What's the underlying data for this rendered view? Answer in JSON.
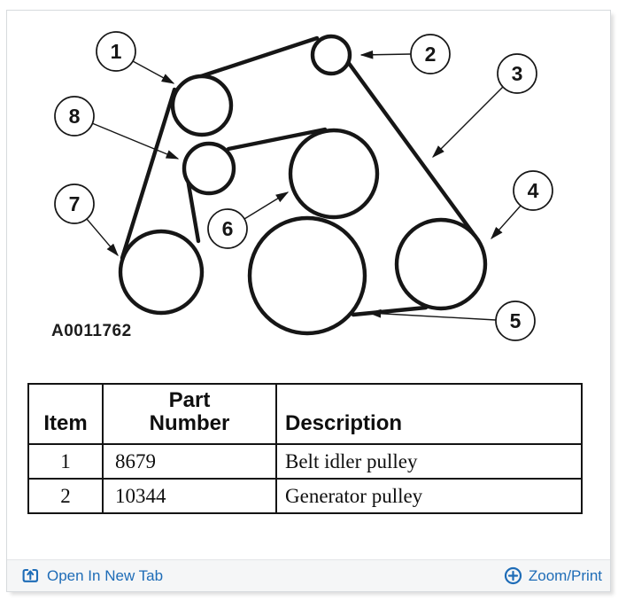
{
  "diagram": {
    "figure_code": "A0011762",
    "callouts": [
      {
        "label": "1"
      },
      {
        "label": "2"
      },
      {
        "label": "3"
      },
      {
        "label": "4"
      },
      {
        "label": "5"
      },
      {
        "label": "6"
      },
      {
        "label": "7"
      },
      {
        "label": "8"
      }
    ]
  },
  "table": {
    "headers": [
      "Item",
      "Part\nNumber",
      "Description"
    ],
    "rows": [
      {
        "item": "1",
        "part_number": "8679",
        "description": "Belt idler pulley"
      },
      {
        "item": "2",
        "part_number": "10344",
        "description": "Generator pulley"
      }
    ]
  },
  "toolbar": {
    "open_in_new_tab_label": "Open In New Tab",
    "zoom_print_label": "Zoom/Print"
  },
  "colors": {
    "link_blue": "#1e6cb7",
    "toolbar_bg": "#f5f6f7",
    "toolbar_border": "#e3e5e8",
    "frame_border": "#d7dadd",
    "diagram_ink": "#161616"
  }
}
